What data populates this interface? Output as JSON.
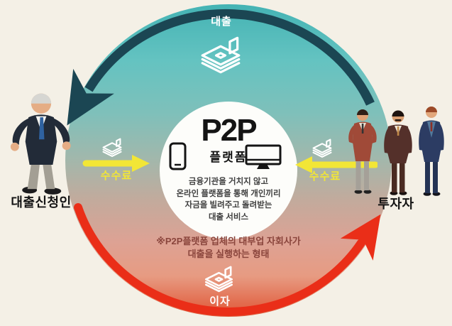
{
  "labels": {
    "loan": "대출",
    "interest": "이자",
    "fee_left": "수수료",
    "fee_right": "수수료",
    "loan_applicant": "대출신청인",
    "investors": "투자자"
  },
  "platform": {
    "title": "P2P",
    "subtitle": "플랫폼",
    "description": [
      "금융기관을 거치지 않고",
      "온라인 플랫폼을 통해 개인끼리",
      "자금을 빌려주고 돌려받는",
      "대출 서비스"
    ]
  },
  "note": [
    "※P2P플랫폼 업체의 대부업 자회사가",
    "대출을 실행하는 형태"
  ],
  "icons": {
    "top": "money-stack-icon",
    "bottom": "money-stack-icon",
    "left": "money-stack-icon",
    "right": "money-stack-icon",
    "center_left": "phone-icon",
    "center_right": "monitor-icon"
  },
  "colors": {
    "background": "#f4f0e6",
    "circle_top": "#57bebd",
    "circle_bottom": "#e4a091",
    "loan_arrow": "#1b4653",
    "interest_arrow": "#ea2e18",
    "fee_arrow": "#f2e636",
    "note_text": "#8a453c"
  }
}
